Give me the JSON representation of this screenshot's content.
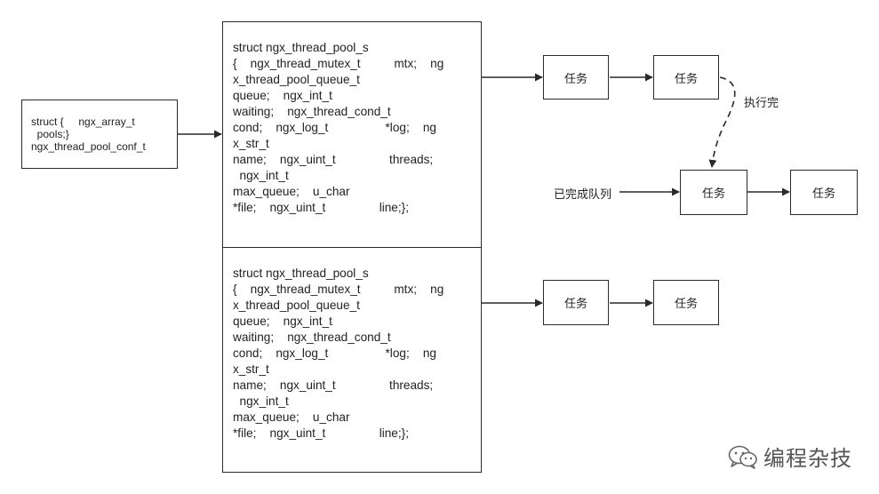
{
  "conf_struct": {
    "lines": [
      "struct {     ngx_array_t",
      "  pools;}",
      "ngx_thread_pool_conf_t"
    ]
  },
  "pools": [
    {
      "lines": [
        "struct ngx_thread_pool_s",
        "{    ngx_thread_mutex_t          mtx;    ng",
        "x_thread_pool_queue_t",
        "queue;    ngx_int_t",
        "waiting;    ngx_thread_cond_t",
        "cond;    ngx_log_t                 *log;    ng",
        "x_str_t",
        "name;    ngx_uint_t                threads;",
        "  ngx_int_t",
        "max_queue;    u_char",
        "*file;    ngx_uint_t                line;};"
      ]
    },
    {
      "lines": [
        "struct ngx_thread_pool_s",
        "{    ngx_thread_mutex_t          mtx;    ng",
        "x_thread_pool_queue_t",
        "queue;    ngx_int_t",
        "waiting;    ngx_thread_cond_t",
        "cond;    ngx_log_t                 *log;    ng",
        "x_str_t",
        "name;    ngx_uint_t                threads;",
        "  ngx_int_t",
        "max_queue;    u_char",
        "*file;    ngx_uint_t                line;};"
      ]
    }
  ],
  "tasks": {
    "q1a": "任务",
    "q1b": "任务",
    "done1": "任务",
    "done2": "任务",
    "q2a": "任务",
    "q2b": "任务"
  },
  "labels": {
    "executed": "执行完",
    "done_queue": "已完成队列"
  },
  "watermark": {
    "text": "编程杂技",
    "icon": "wechat-icon"
  },
  "colors": {
    "line": "#2a2a2a",
    "background": "#ffffff",
    "watermark": "#555555"
  }
}
